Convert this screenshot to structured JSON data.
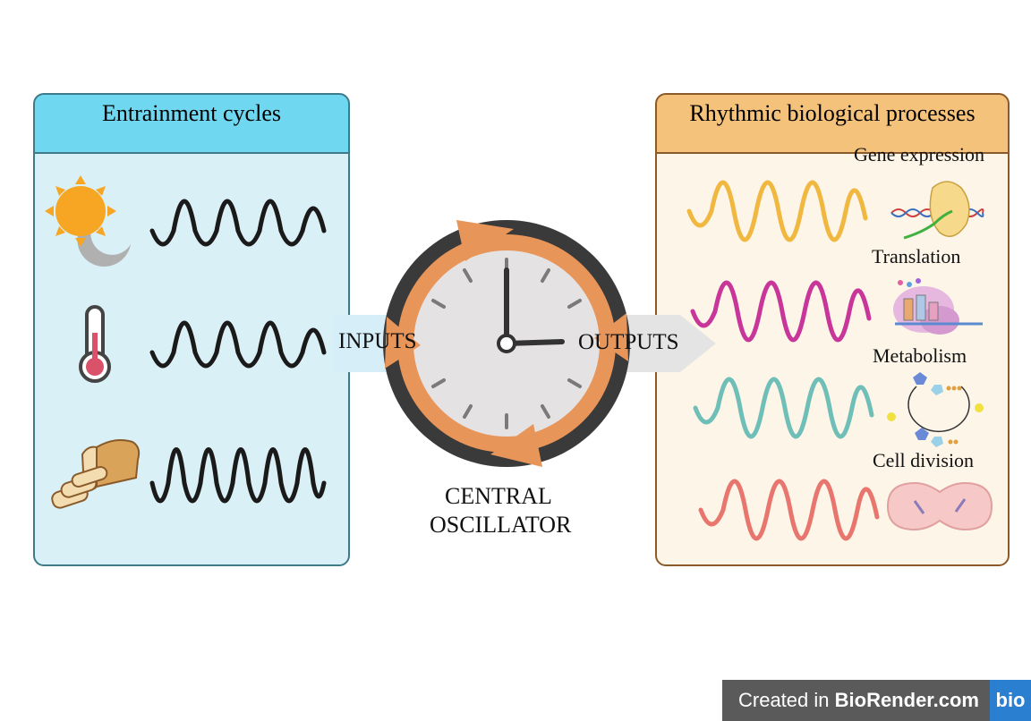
{
  "left_panel": {
    "title": "Entrainment cycles",
    "inputs": [
      "sun-moon-icon",
      "thermometer-icon",
      "bread-icon"
    ]
  },
  "center": {
    "inputs_label": "INPUTS",
    "outputs_label": "OUTPUTS",
    "caption_line1": "CENTRAL",
    "caption_line2": "OSCILLATOR"
  },
  "right_panel": {
    "title": "Rhythmic biological processes",
    "processes": [
      {
        "label": "Gene expression",
        "color": "#f0b840",
        "icon": "dna-transcription-icon"
      },
      {
        "label": "Translation",
        "color": "#c8369a",
        "icon": "ribosome-icon"
      },
      {
        "label": "Metabolism",
        "color": "#6fbfb8",
        "icon": "metabolic-cycle-icon"
      },
      {
        "label": "Cell division",
        "color": "#e8766e",
        "icon": "dividing-cell-icon"
      }
    ]
  },
  "colors": {
    "left_tab": "#6fd8f0",
    "left_panel": "#d9f0f6",
    "right_tab": "#f4c27a",
    "right_panel": "#fdf6e8",
    "clock_arrows": "#e8955a"
  },
  "credit": {
    "prefix": "Created in ",
    "brand": "BioRender.com",
    "logo": "bio"
  }
}
